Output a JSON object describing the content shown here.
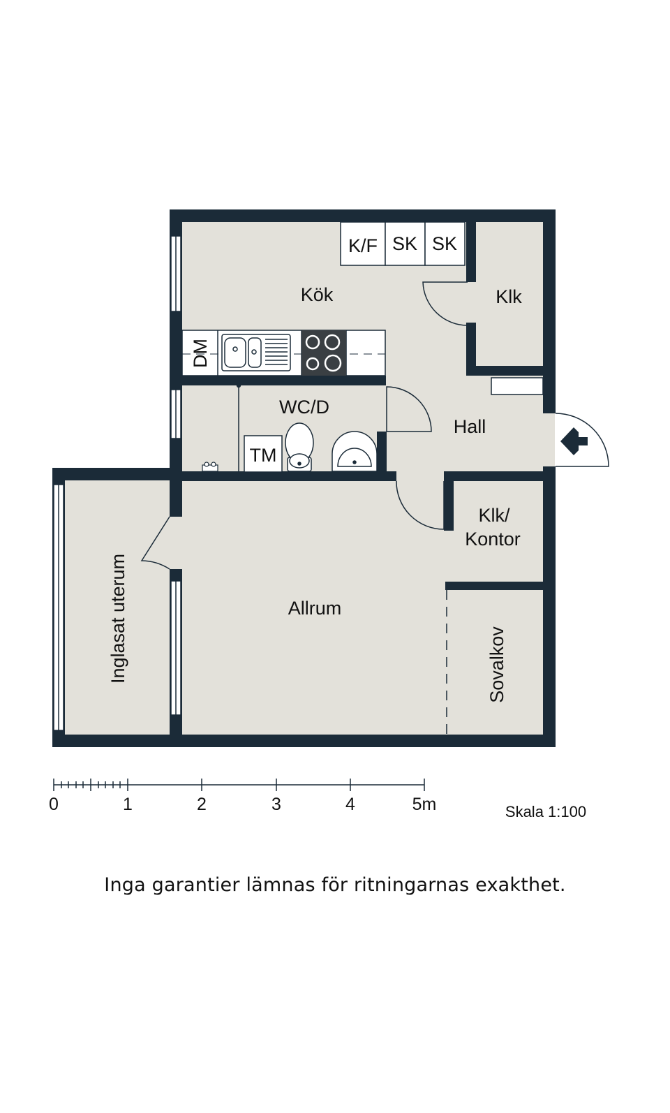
{
  "colors": {
    "wall": "#1b2b38",
    "floor": "#e3e1da",
    "fixture": "#ffffff",
    "line": "#1b2b38"
  },
  "rooms": {
    "kok": "Kök",
    "klk": "Klk",
    "wcd": "WC/D",
    "hall": "Hall",
    "klk_kontor_1": "Klk/",
    "klk_kontor_2": "Kontor",
    "allrum": "Allrum",
    "inglasat": "Inglasat uterum",
    "sovalkov": "Sovalkov"
  },
  "fixtures": {
    "kf": "K/F",
    "sk1": "SK",
    "sk2": "SK",
    "dm": "DM",
    "tm": "TM"
  },
  "scale_bar": {
    "ticks": [
      "0",
      "1",
      "2",
      "3",
      "4",
      "5m"
    ],
    "label": "Skala 1:100"
  },
  "disclaimer": "Inga garantier lämnas för ritningarnas exakthet.",
  "icons": [
    "entrance-arrow-icon",
    "sink-icon",
    "stove-icon",
    "toilet-icon",
    "washbasin-icon",
    "faucet-icon"
  ]
}
